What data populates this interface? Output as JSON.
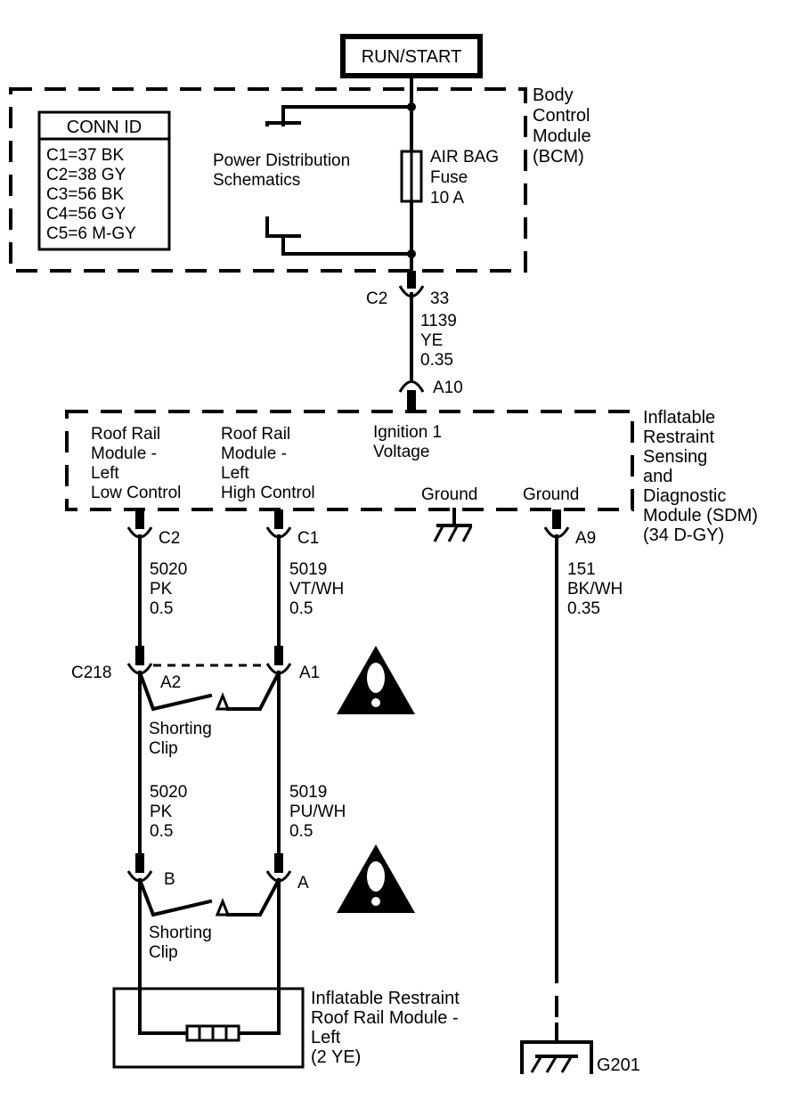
{
  "power_source": "RUN/START",
  "bcm": {
    "label_lines": [
      "Body",
      "Control",
      "Module",
      "(BCM)"
    ],
    "conn_id": {
      "title": "CONN ID",
      "rows": [
        "C1=37 BK",
        "C2=38 GY",
        "C3=56 BK",
        "C4=56 GY",
        "C5=6 M-GY"
      ]
    },
    "power_distribution_lines": [
      "Power Distribution",
      "Schematics"
    ],
    "fuse_lines": [
      "AIR BAG",
      "Fuse",
      "10 A"
    ]
  },
  "bcm_connector": {
    "connector": "C2",
    "pin": "33"
  },
  "wire_feed": [
    "1139",
    "YE",
    "0.35"
  ],
  "sdm_connector_a10": "A10",
  "sdm": {
    "label_lines": [
      "Inflatable",
      "Restraint",
      "Sensing",
      "and",
      "Diagnostic",
      "Module (SDM)",
      "(34 D-GY)"
    ],
    "low_control_lines": [
      "Roof Rail",
      "Module -",
      "Left",
      "Low Control"
    ],
    "high_control_lines": [
      "Roof Rail",
      "Module -",
      "Left",
      "High Control"
    ],
    "ignition_lines": [
      "Ignition 1",
      "Voltage"
    ],
    "ground_1": "Ground",
    "ground_2": "Ground",
    "pin_low": "C2",
    "pin_high": "C1",
    "pin_ground": "A9"
  },
  "wire_low_upper": [
    "5020",
    "PK",
    "0.5"
  ],
  "wire_high_upper": [
    "5019",
    "VT/WH",
    "0.5"
  ],
  "wire_ground": [
    "151",
    "BK/WH",
    "0.35"
  ],
  "inline_connector": {
    "name": "C218",
    "pin_low": "A2",
    "pin_high": "A1"
  },
  "shorting_clip_1": [
    "Shorting",
    "Clip"
  ],
  "wire_low_lower": [
    "5020",
    "PK",
    "0.5"
  ],
  "wire_high_lower": [
    "5019",
    "PU/WH",
    "0.5"
  ],
  "module_connector": {
    "pin_low": "B",
    "pin_high": "A"
  },
  "shorting_clip_2": [
    "Shorting",
    "Clip"
  ],
  "roof_rail_module_lines": [
    "Inflatable Restraint",
    "Roof Rail Module -",
    "Left",
    "(2 YE)"
  ],
  "ground_point": "G201"
}
